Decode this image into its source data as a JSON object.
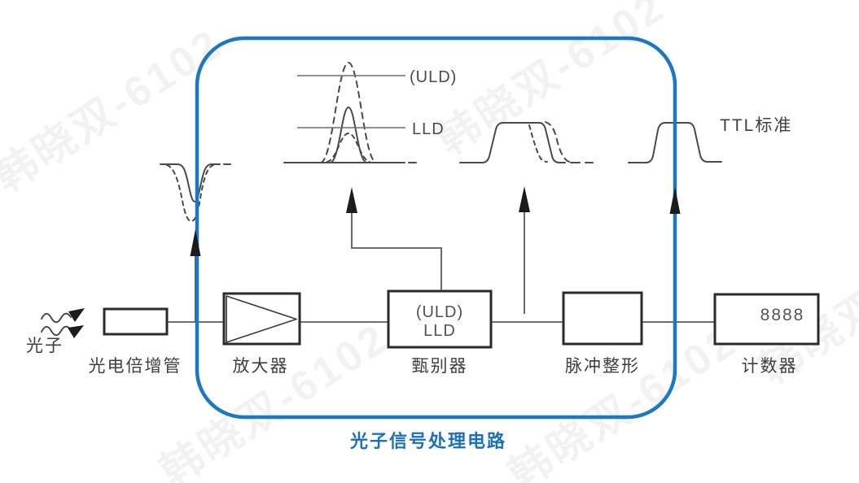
{
  "diagram": {
    "caption": "光子信号处理电路",
    "watermark": "韩晓双-6102",
    "photon_label": "光子",
    "blocks": {
      "pmt": "光电倍增管",
      "amplifier": "放大器",
      "discriminator": "甄别器",
      "pulse_shaper": "脉冲整形",
      "counter": "计数器"
    },
    "discriminator_text": {
      "line1": "(ULD)",
      "line2": "LLD"
    },
    "counter_display": "8888",
    "waveform_labels": {
      "uld": "(ULD)",
      "lld": "LLD",
      "ttl": "TTL标准"
    },
    "colors": {
      "accent": "#1b79c3",
      "caption": "#1b6fbd",
      "ink": "#2b2b2b",
      "wire": "#5a5a5a",
      "wave": "#4a4a4a"
    }
  }
}
